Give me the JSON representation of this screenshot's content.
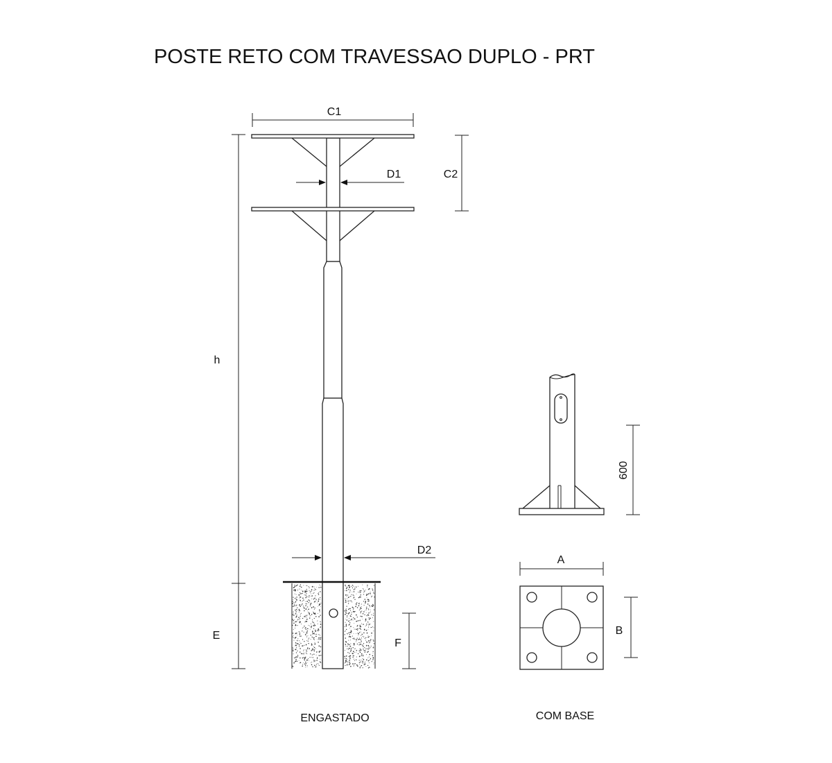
{
  "title": "POSTE RETO COM TRAVESSAO DUPLO - PRT",
  "dimensions": {
    "c1": "C1",
    "c2": "C2",
    "d1": "D1",
    "d2": "D2",
    "h": "h",
    "e": "E",
    "f": "F",
    "a": "A",
    "b": "B",
    "base_height": "600"
  },
  "captions": {
    "left": "ENGASTADO",
    "right": "COM BASE"
  }
}
